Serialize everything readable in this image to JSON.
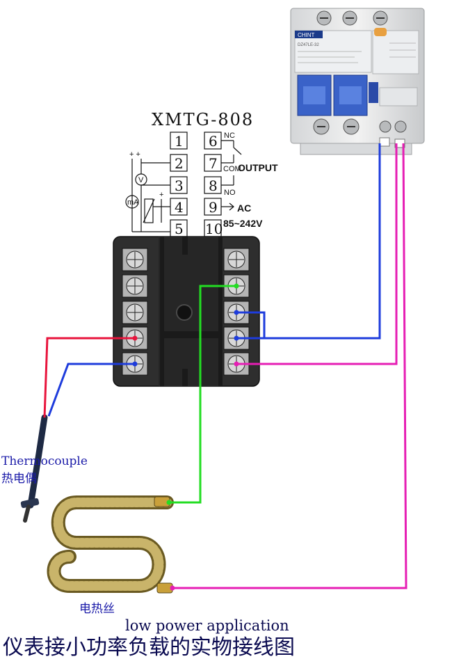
{
  "model": "XMTG-808",
  "terminals_left": [
    "1",
    "2",
    "3",
    "4",
    "5"
  ],
  "terminals_right": [
    "6",
    "7",
    "8",
    "9",
    "10"
  ],
  "labels": {
    "nc": "NC",
    "com": "COM",
    "no": "NO",
    "output": "OUTPUT",
    "ac": "AC",
    "voltage": "85~242V",
    "plus_plus": "+ +",
    "plus": "+",
    "volt_meter": "V",
    "milliamp_meter": "mA"
  },
  "breaker": {
    "brand": "CHINT",
    "model_text": "DZ47LE-32"
  },
  "thermocouple": {
    "en": "Thermocouple",
    "zh": "热电偶"
  },
  "heater": {
    "zh": "电热丝",
    "en": "low power application"
  },
  "title": "仪表接小功率负载的实物接线图",
  "colors": {
    "red": "#e8143c",
    "blue": "#1e3cdc",
    "green": "#22dd22",
    "magenta": "#e61eb4"
  }
}
